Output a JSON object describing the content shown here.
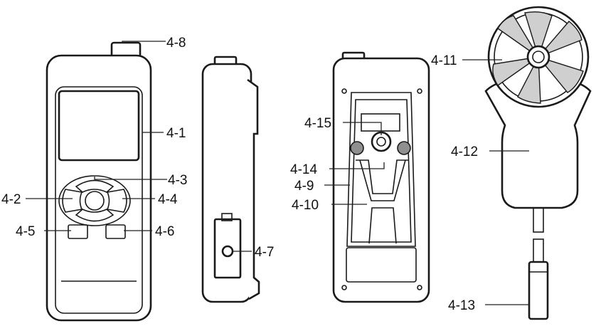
{
  "labels": {
    "l4_1": "4-1",
    "l4_2": "4-2",
    "l4_3": "4-3",
    "l4_4": "4-4",
    "l4_5": "4-5",
    "l4_6": "4-6",
    "l4_7": "4-7",
    "l4_8": "4-8",
    "l4_9": "4-9",
    "l4_10": "4-10",
    "l4_11": "4-11",
    "l4_12": "4-12",
    "l4_13": "4-13",
    "l4_14": "4-14",
    "l4_15": "4-15"
  },
  "colors": {
    "outline": "#1a1a1a",
    "fill": "#ffffff",
    "shade": "#8f8f8f"
  }
}
